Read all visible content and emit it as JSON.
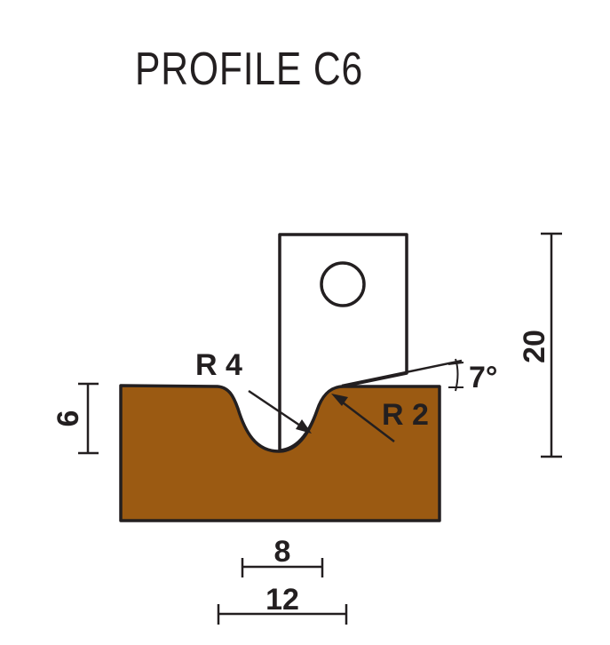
{
  "title": "PROFILE C6",
  "colors": {
    "workpiece_fill": "#9b5a12",
    "line": "#231f20",
    "background": "#ffffff"
  },
  "labels": {
    "radius_large": "R 4",
    "radius_small": "R 2",
    "angle": "7°",
    "dim_height_total": "20",
    "dim_depth": "6",
    "dim_width_inner": "8",
    "dim_width_outer": "12"
  }
}
